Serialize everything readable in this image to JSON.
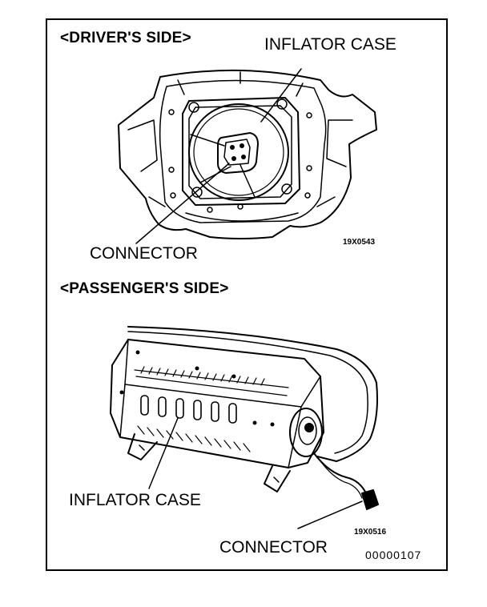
{
  "driver_section": {
    "heading": "<DRIVER'S SIDE>",
    "inflator_label": "INFLATOR CASE",
    "connector_label": "CONNECTOR",
    "figure_code": "19X0543"
  },
  "passenger_section": {
    "heading": "<PASSENGER'S SIDE>",
    "inflator_label": "INFLATOR CASE",
    "connector_label": "CONNECTOR",
    "figure_code": "19X0516"
  },
  "document_number": "00000107"
}
